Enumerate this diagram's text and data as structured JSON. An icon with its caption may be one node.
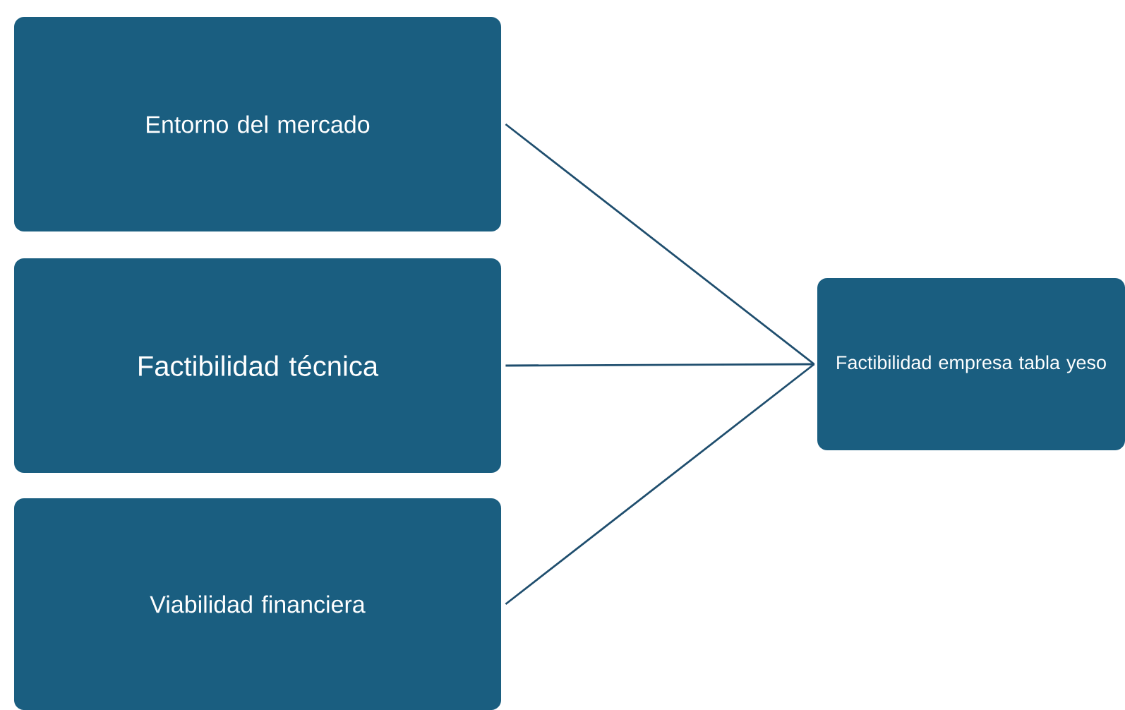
{
  "diagram": {
    "nodes": [
      {
        "text": [
          "Entorno del mercado"
        ]
      },
      {
        "text": [
          "Factibilidad técnica"
        ]
      },
      {
        "text": [
          "Viabilidad financiera"
        ]
      },
      {
        "text": [
          "Factibilidad empresa tabla yeso"
        ]
      }
    ],
    "edges": [
      {
        "from": 0,
        "to": 3,
        "arrow": "none"
      },
      {
        "from": 1,
        "to": 3,
        "arrow": "none"
      },
      {
        "from": 2,
        "to": 3,
        "arrow": "none"
      }
    ]
  }
}
